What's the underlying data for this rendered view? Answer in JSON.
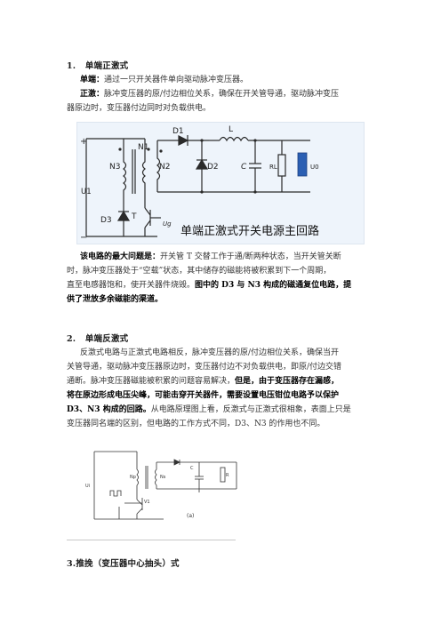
{
  "sections": [
    {
      "heading_num": "1.",
      "heading": "单端正激式",
      "line1_label": "单端：",
      "line1_text": "通过一只开关器件单向驱动脉冲变压器。",
      "line2_label": "正激：",
      "line2_text_a": "脉冲变压器的原/付边相位关系，确保在开关管导通，驱动脉冲变压",
      "line2_text_b": "器原边时，变压器付边同时对负载供电。",
      "fig_caption": "单端正激式开关电源主回路",
      "fig_labels": {
        "n1": "N1",
        "n2": "N2",
        "n3": "N3",
        "d1": "D1",
        "d2": "D2",
        "d3": "D3",
        "l": "L",
        "c": "C",
        "rl": "RL",
        "u0": "U0",
        "u1": "U1",
        "t": "T",
        "ug": "Ug",
        "plus": "+",
        "minus": "−"
      },
      "para_label": "该电路的最大问题是：",
      "para_a": "开关管 T 交替工作于通/断两种状态，当开关管关断",
      "para_b": "时，脉冲变压器处于“空载”状态，其中储存的磁能将被积累到下一个周期，",
      "para_c1": "直至电感器饱和，使开关器件烧毁。",
      "para_c2": "图中的 D3 与 N3 构成的磁通复位电路，提",
      "para_d": "供了泄放多余磁能的渠道。"
    },
    {
      "heading_num": "2.",
      "heading": "单端反激式",
      "p1": "反激式电路与正激式电路相反，脉冲变压器的原/付边相位关系，确保当开",
      "p2": "关管导通，驱动脉冲变压器原边时，变压器付边不对负载供电，即原/付边交错",
      "p3a": "通断。脉冲变压器磁能被积累的问题容易解决，",
      "p3b": "但是，由于变压器存在漏感，",
      "p4": "将在原边形成电压尖峰，可能击穿开关器件，需要设置电压钳位电路予以保护",
      "p5a": "D3、N3 构成的回路。",
      "p5b": "从电路原理图上看，反激式与正激式很相象，表面上只是",
      "p6": "变压器同名端的区别，但电路的工作方式不同，D3、N3 的作用也不同。",
      "fig_label": "(a)"
    },
    {
      "heading_num": "3.",
      "heading": "推挽（变压器中心抽头）式"
    }
  ],
  "colors": {
    "figure_bg": "#eef4fb",
    "wire": "#2a2a2a",
    "caption": "#1a1a1a"
  }
}
